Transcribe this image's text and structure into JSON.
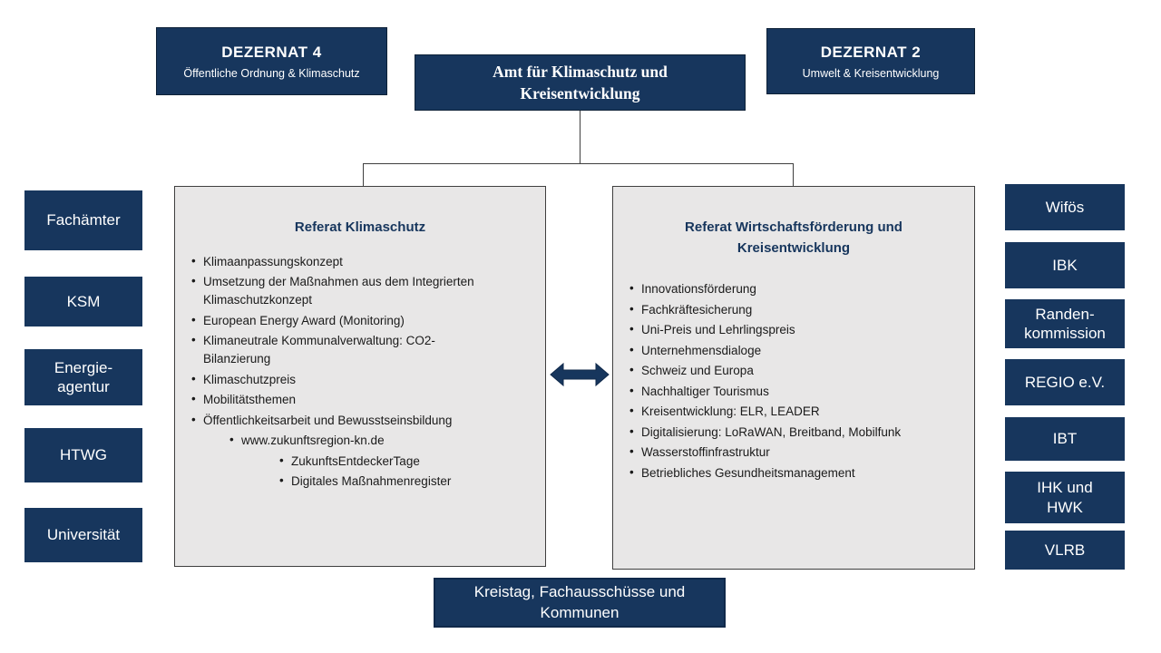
{
  "colors": {
    "navy": "#17365D",
    "panel_gray": "#E8E7E7"
  },
  "top": {
    "dezernat4": {
      "title": "DEZERNAT 4",
      "subtitle": "Öffentliche Ordnung & Klimaschutz"
    },
    "amt": {
      "title": "Amt für Klimaschutz und\nKreisentwicklung"
    },
    "dezernat2": {
      "title": "DEZERNAT 2",
      "subtitle": "Umwelt & Kreisentwicklung"
    }
  },
  "referat_klimaschutz": {
    "title": "Referat Klimaschutz",
    "items": [
      "Klimaanpassungskonzept",
      "Umsetzung der Maßnahmen aus dem Integrierten Klimaschutzkonzept",
      "European Energy Award (Monitoring)",
      "Klimaneutrale Kommunalverwaltung: CO2-Bilanzierung",
      "Klimaschutzpreis",
      "Mobilitätsthemen",
      "Öffentlichkeitsarbeit und Bewusstseinsbildung",
      "www.zukunftsregion-kn.de",
      "ZukunftsEntdeckerTage",
      "Digitales Maßnahmenregister"
    ]
  },
  "referat_wirtschaftsfoerderung": {
    "title": "Referat Wirtschaftsförderung  und\nKreisentwicklung",
    "items": [
      "Innovationsförderung",
      "Fachkräftesicherung",
      "Uni-Preis und Lehrlingspreis",
      "Unternehmensdialoge",
      "Schweiz und Europa",
      "Nachhaltiger Tourismus",
      "Kreisentwicklung: ELR, LEADER",
      "Digitalisierung: LoRaWAN, Breitband, Mobilfunk",
      "Wasserstoffinfrastruktur",
      "Betriebliches Gesundheitsmanagement"
    ]
  },
  "left_column": [
    "Fachämter",
    "KSM",
    "Energie-\nagentur",
    "HTWG",
    "Universität"
  ],
  "right_column": [
    "Wifös",
    "IBK",
    "Randen-\nkommission",
    "REGIO e.V.",
    "IBT",
    "IHK und\nHWK",
    "VLRB"
  ],
  "bottom": {
    "label": "Kreistag, Fachausschüsse und\nKommunen"
  }
}
